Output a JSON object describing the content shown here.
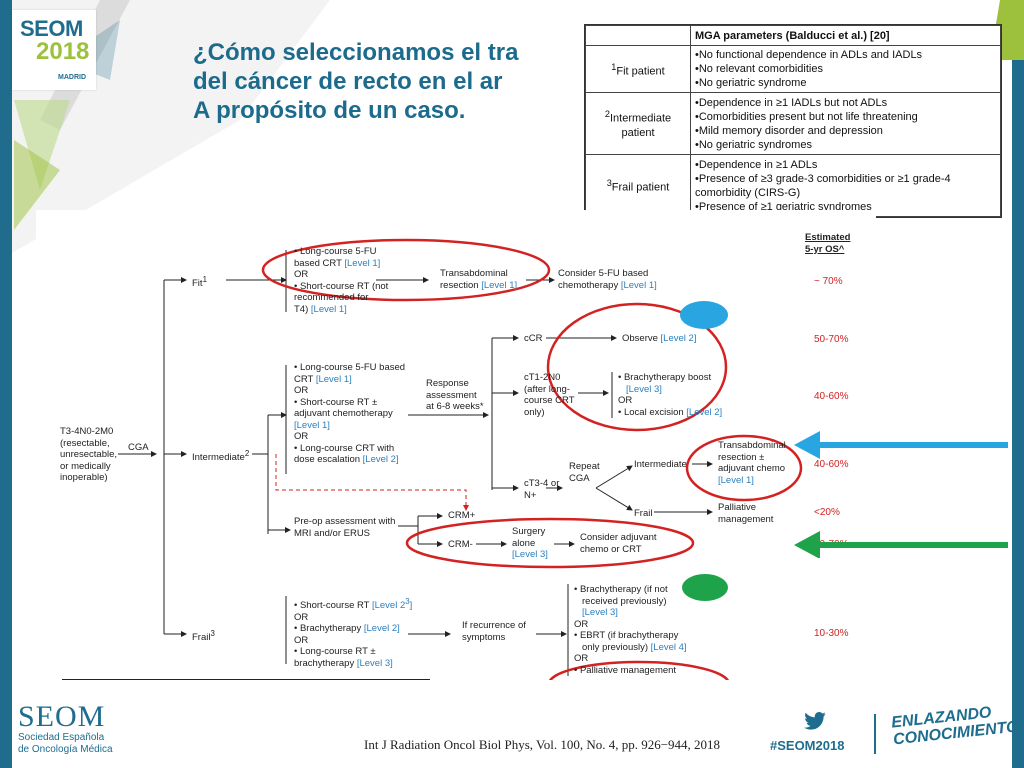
{
  "slide": {
    "title_lines": [
      "¿Cómo seleccionamos el tra",
      "del cáncer de recto en el ar",
      "A propósito de un caso."
    ]
  },
  "logo": {
    "line1": "SEOM",
    "line2": "2018",
    "line3": "MADRID"
  },
  "mga_table": {
    "header": "MGA parameters (Balducci et al.) [20]",
    "rows": [
      {
        "sup": "1",
        "label": "Fit patient",
        "items": [
          "•No functional dependence in ADLs and IADLs",
          "•No relevant comorbidities",
          "•No geriatric syndrome"
        ]
      },
      {
        "sup": "2",
        "label": "Intermediate patient",
        "items": [
          "•Dependence in ≥1 IADLs but not ADLs",
          "•Comorbidities present but not life threatening",
          "•Mild memory disorder and depression",
          "•No geriatric syndromes"
        ]
      },
      {
        "sup": "3",
        "label": "Frail patient",
        "items": [
          "•Dependence in ≥1 ADLs",
          "•Presence of ≥3 grade-3 comorbidities or ≥1 grade-4",
          "comorbidity (CIRS-G)",
          "•Presence of ≥1 geriatric syndromes"
        ]
      }
    ]
  },
  "flowchart": {
    "os_header_1": "Estimated",
    "os_header_2": "5-yr OS^",
    "start": [
      "T3-4N0-2M0",
      "(resectable,",
      "unresectable,",
      "or medically",
      "inoperable)"
    ],
    "cga": "CGA",
    "fit": "Fit",
    "fit_sup": "1",
    "intermediate": "Intermediate",
    "intermediate_sup": "2",
    "frail": "Frail",
    "frail_sup": "3",
    "fit_option1": [
      "• Long-course 5-FU",
      "based CRT"
    ],
    "fit_option1_level": "[Level 1]",
    "or": "OR",
    "fit_option2": [
      "• Short-course RT (not",
      "recommended for",
      "T4)"
    ],
    "fit_option2_level": "[Level 1]",
    "transabdominal": [
      "Transabdominal",
      "resection"
    ],
    "transabdominal_level": "[Level 1]",
    "consider_5fu": [
      "Consider 5-FU based",
      "chemotherapy"
    ],
    "consider_5fu_level": "[Level 1]",
    "os_fit": "~ 70%",
    "int_option1": [
      "• Long-course 5-FU based",
      "CRT"
    ],
    "int_option1_level": "[Level 1]",
    "int_option2": [
      "• Short-course RT ±",
      "adjuvant chemotherapy"
    ],
    "int_option2_level": "[Level 1]",
    "int_option3": [
      "• Long-course CRT with",
      "dose escalation"
    ],
    "int_option3_level": "[Level 2]",
    "response": [
      "Response",
      "assessment",
      "at 6-8 weeks*"
    ],
    "ccr": "cCR",
    "observe": "Observe",
    "observe_level": "[Level 2]",
    "os_ccr": "50-70%",
    "ct1": [
      "cT1-2N0",
      "(after long-",
      "course CRT",
      "only)"
    ],
    "brachy_boost": "• Brachytherapy boost",
    "brachy_boost_level": "[Level 3]",
    "local_excision": "• Local excision",
    "local_excision_level": "[Level 2]",
    "os_ct1": "40-60%",
    "ct3": [
      "cT3-4 or",
      "N+"
    ],
    "repeat_cga": [
      "Repeat",
      "CGA"
    ],
    "intermediate2": "Intermediate",
    "trans_resection": [
      "Transabdominal",
      "resection ±",
      "adjuvant chemo"
    ],
    "trans_resection_level": "[Level 1]",
    "os_int": "40-60%",
    "frail2": "Frail",
    "palliative": [
      "Palliative",
      "management"
    ],
    "os_frail2": "<20%",
    "preop": [
      "Pre-op assessment with",
      "MRI and/or ERUS"
    ],
    "crm_plus": "CRM+",
    "crm_minus": "CRM-",
    "surgery_alone": [
      "Surgery",
      "alone"
    ],
    "surgery_level": "[Level 3]",
    "consider_adjuvant": [
      "Consider adjuvant",
      "chemo or CRT"
    ],
    "os_crm": "60-70%",
    "frail_option1": "• Short-course RT",
    "frail_option1_level": "[Level 2",
    "frail_option1_sup": "3",
    "frail_option1_close": "]",
    "frail_option2": "• Brachytherapy",
    "frail_option2_level": "[Level 2]",
    "frail_option3": [
      "• Long-course RT ±",
      "brachytherapy"
    ],
    "frail_option3_level": "[Level 3]",
    "recurrence": [
      "If recurrence of",
      "symptoms"
    ],
    "rec_option1": [
      "• Brachytherapy (if not",
      "received previously)"
    ],
    "rec_option1_level": "[Level 3]",
    "rec_option2": [
      "• EBRT (if brachytherapy",
      "only previously)"
    ],
    "rec_option2_level": "[Level 4]",
    "rec_option3": "• Palliative management",
    "os_frail": "10-30%"
  },
  "footer": {
    "seom": "SEOM",
    "seom_sub1": "Sociedad Española",
    "seom_sub2": "de Oncología Médica",
    "citation": "Int J Radiation Oncol Biol Phys, Vol. 100, No. 4, pp. 926−944, 2018",
    "hashtag": "#SEOM2018",
    "slogan1": "ENLAZANDO",
    "slogan2": "CONOCIMIENTO"
  },
  "colors": {
    "title": "#1d6b8c",
    "annotation_red": "#d32222",
    "arrow_blue": "#29a6e2",
    "arrow_green": "#1fa34a",
    "level_blue": "#2a7fbf"
  }
}
